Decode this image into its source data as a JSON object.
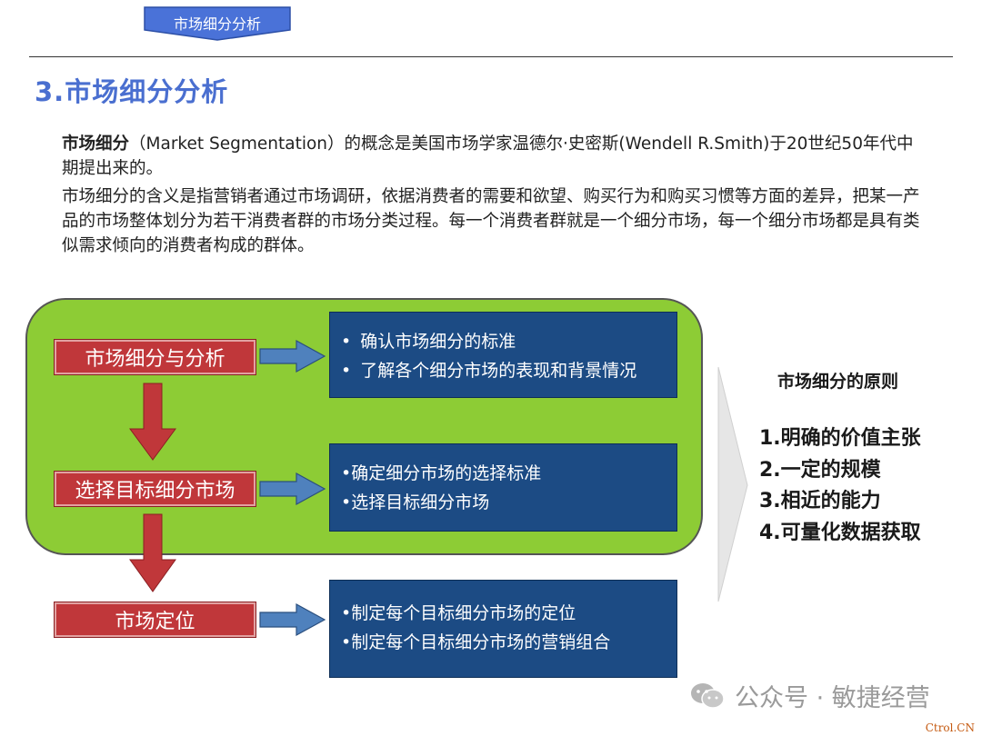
{
  "header": {
    "tab_label": "市场细分分析",
    "title": "3.市场细分分析"
  },
  "intro": {
    "p1_term": "市场细分",
    "p1_rest": "（Market Segmentation）的概念是美国市场学家温德尔·史密斯(Wendell R.Smith)于20世纪50年代中期提出来的。",
    "p2": "市场细分的含义是指营销者通过市场调研，依据消费者的需要和欲望、购买行为和购买习惯等方面的差异，把某一产品的市场整体划分为若干消费者群的市场分类过程。每一个消费者群就是一个细分市场，每一个细分市场都是具有类似需求倾向的消费者构成的群体。"
  },
  "steps": [
    {
      "label": "市场细分与分析"
    },
    {
      "label": "选择目标细分市场"
    },
    {
      "label": "市场定位"
    }
  ],
  "details": [
    {
      "bullet": "•",
      "lines": [
        "确认市场细分的标准",
        "了解各个细分市场的表现和背景情况"
      ]
    },
    {
      "bullet": "•",
      "lines": [
        "确定细分市场的选择标准",
        "选择目标细分市场"
      ]
    },
    {
      "bullet": "•",
      "lines": [
        "制定每个目标细分市场的定位",
        "制定每个目标细分市场的营销组合"
      ]
    }
  ],
  "principles": {
    "title": "市场细分的原则",
    "items": [
      "1.明确的价值主张",
      "2.一定的规模",
      "3.相近的能力",
      "4.可量化数据获取"
    ]
  },
  "footer": {
    "watermark": "公众号 · 敏捷经营",
    "corner": "Ctrol.CN"
  },
  "colors": {
    "title_blue": "#4a6fd0",
    "panel_green": "#8dcc35",
    "step_red": "#c0373a",
    "detail_navy": "#1c4b84",
    "arrow_blue": "#4f81bd"
  }
}
